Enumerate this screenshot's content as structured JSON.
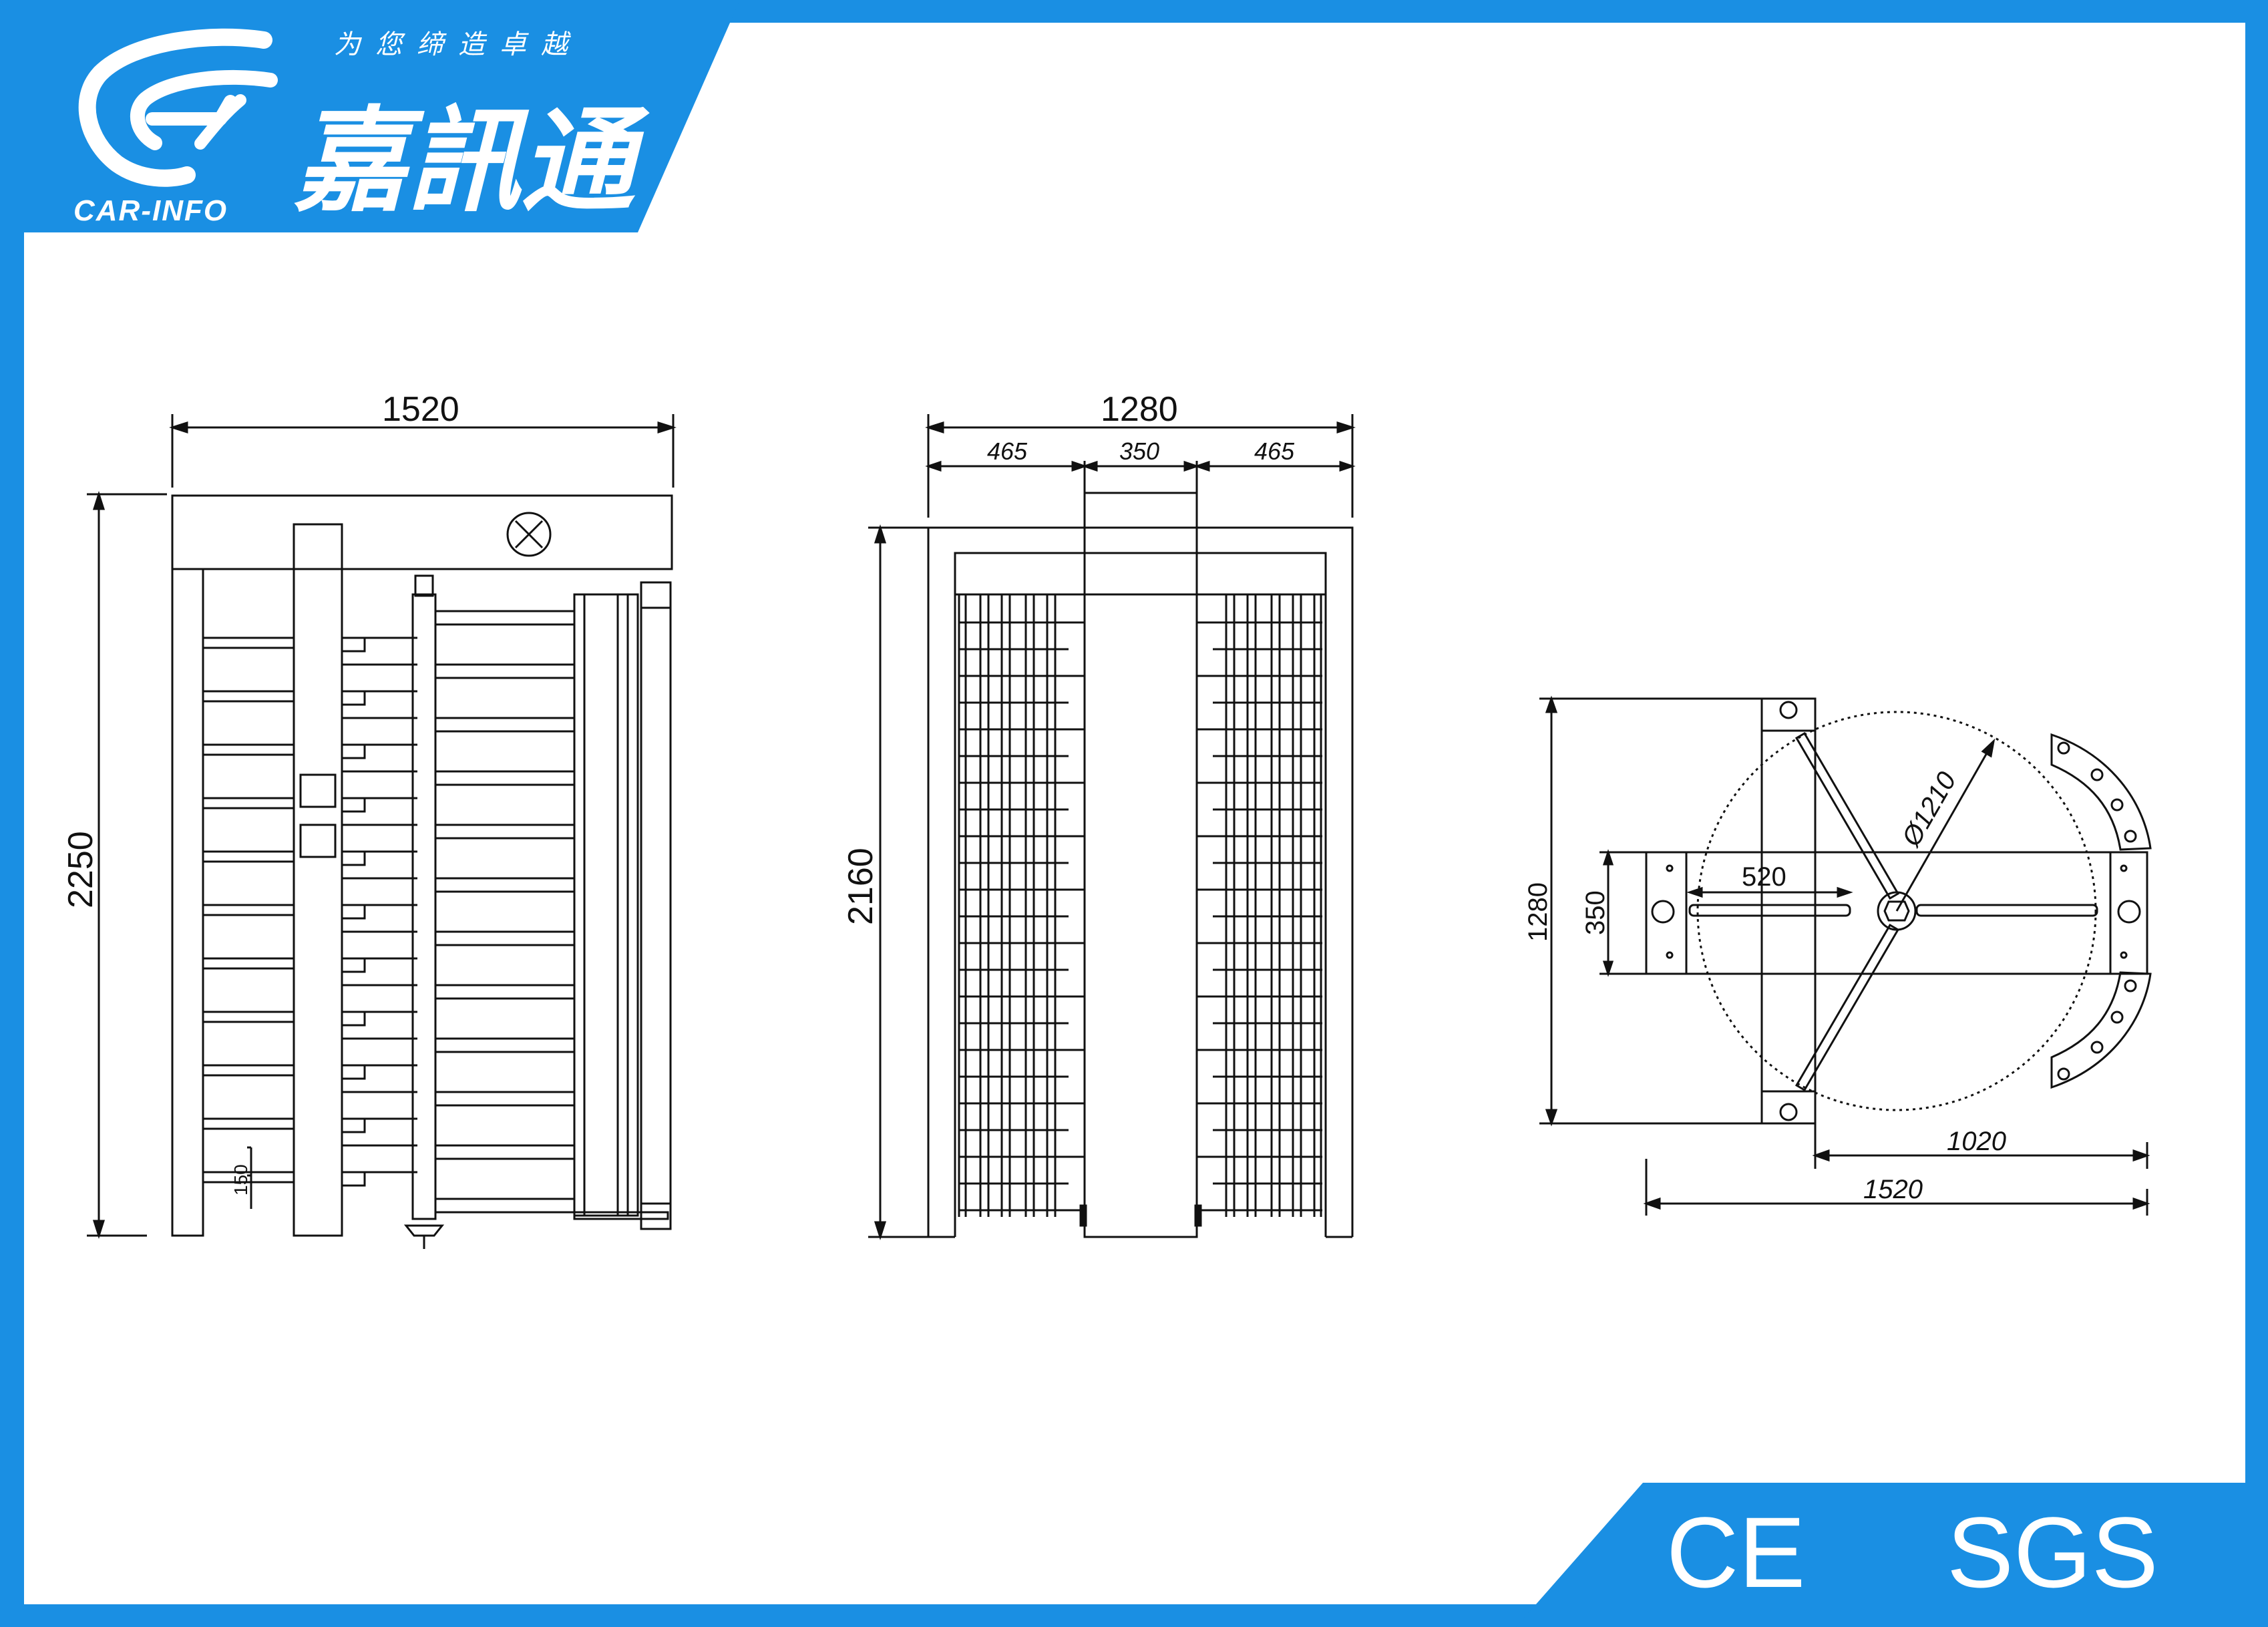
{
  "brand": {
    "slogan": "为您缔造卓越",
    "name_cn": "嘉訊通",
    "name_en": "CAR-INFO",
    "accent_color": "#1a8fe3"
  },
  "certifications": {
    "ce": "CE",
    "sgs": "SGS"
  },
  "front_view": {
    "width_label": "1520",
    "height_label": "2250",
    "bar_spacing_label": "150",
    "indicator_icon": "x-circle-icon"
  },
  "side_view": {
    "width_label": "1280",
    "left_section_label": "465",
    "center_section_label": "350",
    "right_section_label": "465",
    "height_label": "2160"
  },
  "top_view": {
    "depth_label": "1280",
    "base_label": "350",
    "arm_label": "520",
    "diameter_label": "Ø1210",
    "sweep_label": "1020",
    "overall_label": "1520"
  }
}
